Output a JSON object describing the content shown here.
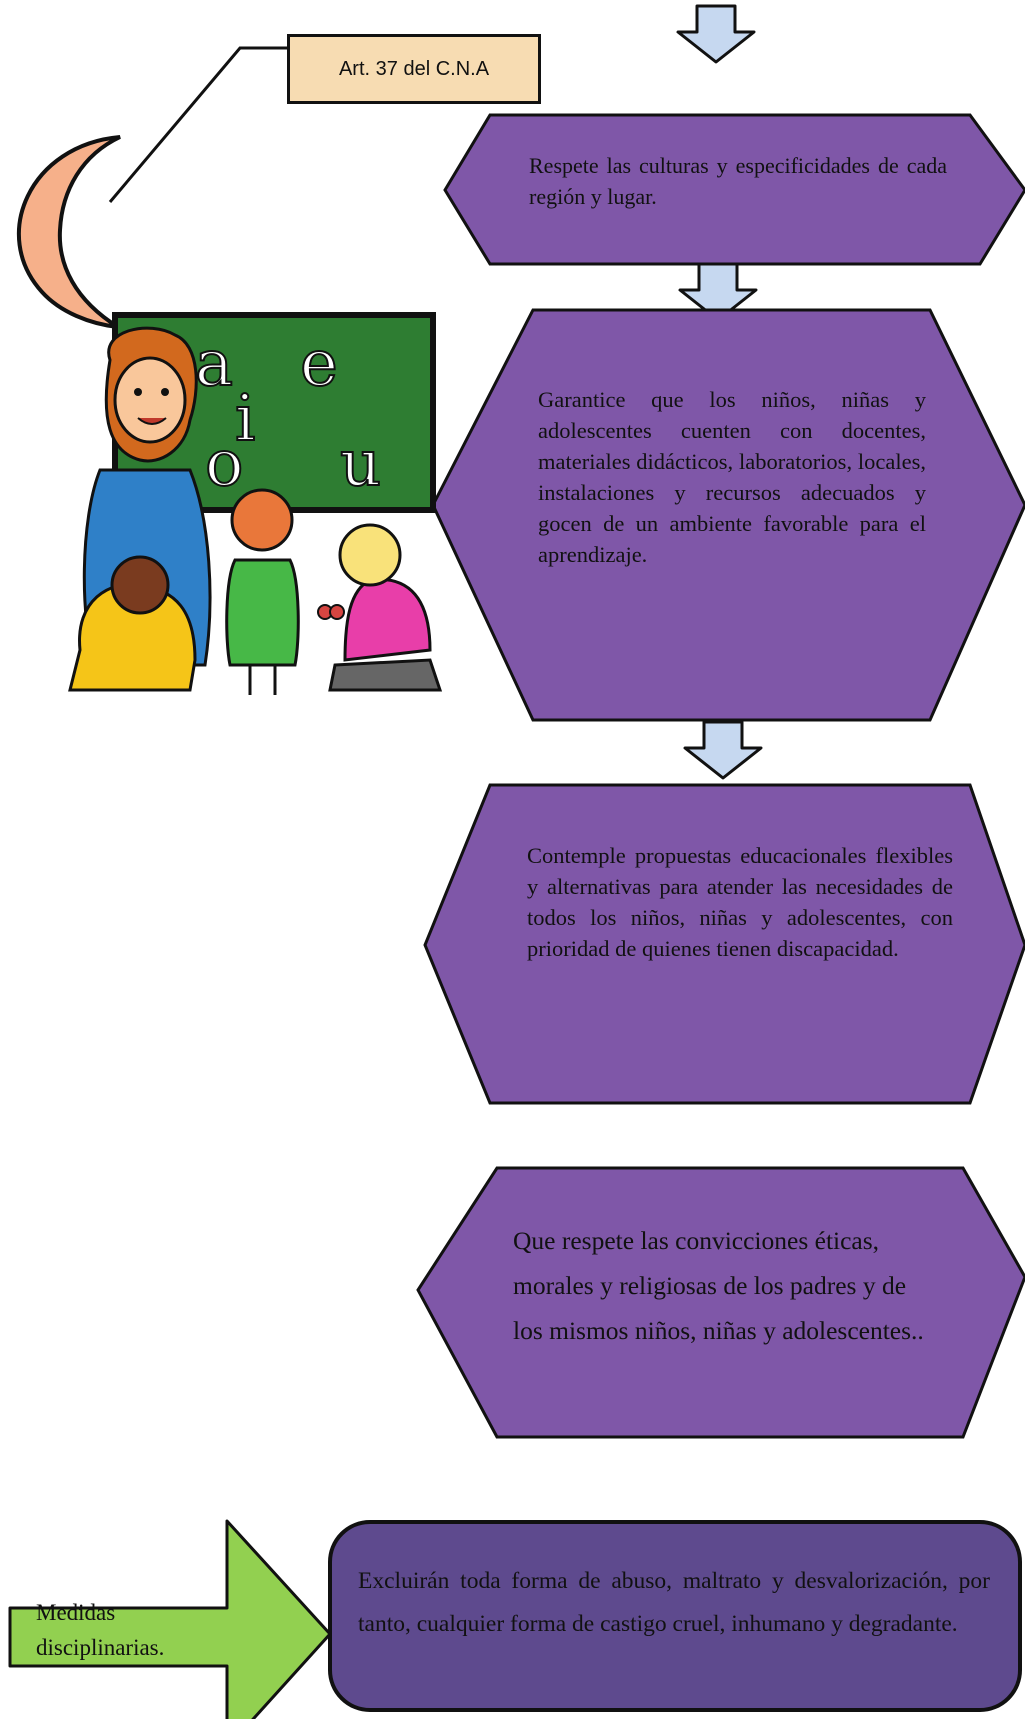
{
  "label": {
    "text": "Art. 37 del C.N.A"
  },
  "steps": [
    {
      "text": "Respete las culturas y especificidades de cada región y lugar."
    },
    {
      "text": "Garantice que los niños, niñas y adolescentes cuenten con docentes, materiales didácticos, laboratorios, locales, instalaciones y recursos adecuados y gocen de un ambiente favorable para el aprendizaje."
    },
    {
      "text": "Contemple propuestas educacionales flexibles y alternativas para atender las necesidades de todos los niños, niñas y adolescentes, con prioridad de quienes tienen discapacidad."
    },
    {
      "text": "Que respete las convicciones éticas, morales y religiosas de los padres y de los mismos niños, niñas y adolescentes.."
    }
  ],
  "measures": {
    "label": "Medidas disciplinarias.",
    "text": "Excluirán toda forma de abuso, maltrato y desvalorización, por tanto, cualquier forma de castigo cruel, inhumano y degradante."
  },
  "illustration": {
    "letters": [
      "a",
      "e",
      "i",
      "o",
      "u"
    ]
  },
  "colors": {
    "shape_fill": "#7f57a8",
    "shape_stroke": "#111111",
    "arrow_fill": "#c6d8f0",
    "green_arrow": "#92d050",
    "rounded_box": "#5e4a8e",
    "label_fill": "#f7dcb2",
    "moon_fill": "#f6b08a",
    "board_green": "#2e7d32"
  }
}
